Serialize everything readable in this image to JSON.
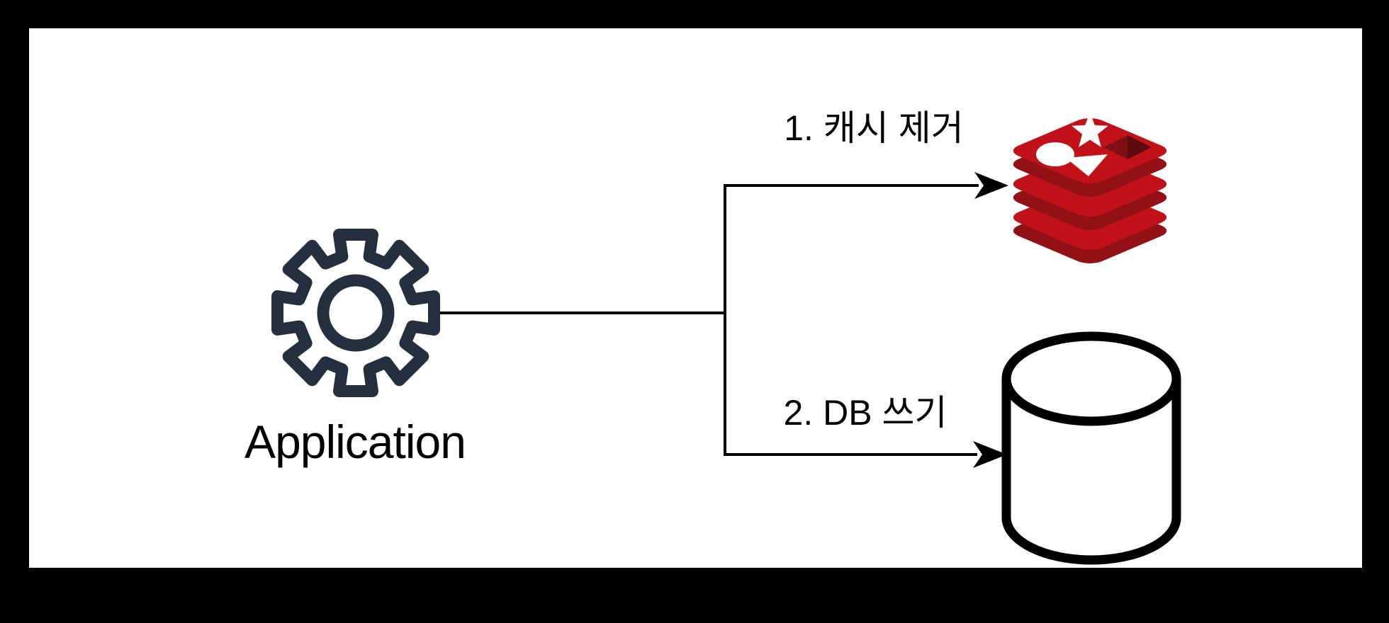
{
  "diagram": {
    "nodes": {
      "application": {
        "label": "Application",
        "icon": "gear"
      },
      "cache": {
        "icon": "redis-logo"
      },
      "database": {
        "icon": "database-cylinder"
      }
    },
    "edges": [
      {
        "label": "1. 캐시 제거",
        "from": "application",
        "to": "cache"
      },
      {
        "label": "2. DB 쓰기",
        "from": "application",
        "to": "database"
      }
    ],
    "colors": {
      "frame": "#000000",
      "canvas": "#ffffff",
      "line": "#000000",
      "text": "#000000",
      "gear": "#252F3E",
      "redis_light": "#C1121A",
      "redis_dark": "#911117",
      "redis_hole": "#7E1014",
      "redis_hole_shadow": "#5E0A0E",
      "redis_shape": "#ffffff"
    }
  }
}
